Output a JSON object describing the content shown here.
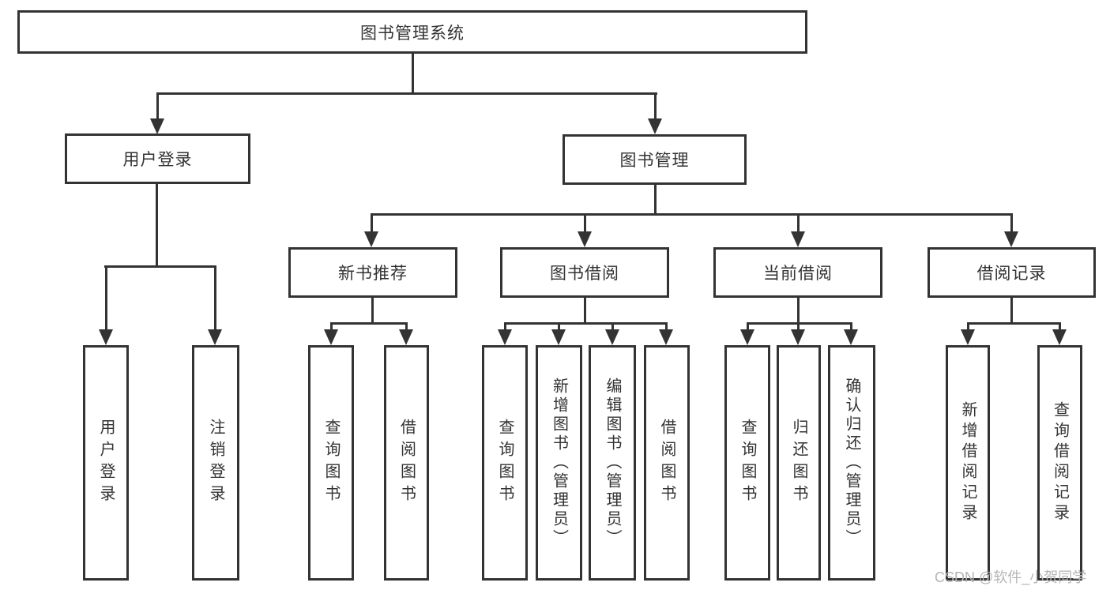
{
  "diagram": {
    "root": "图书管理系统",
    "branches": [
      {
        "label": "用户登录",
        "children": [
          "用户登录",
          "注销登录"
        ]
      },
      {
        "label": "图书管理",
        "sections": [
          {
            "label": "新书推荐",
            "children": [
              "查询图书",
              "借阅图书"
            ]
          },
          {
            "label": "图书借阅",
            "children": [
              "查询图书",
              "新增图书（管理员）",
              "编辑图书（管理员）",
              "借阅图书"
            ]
          },
          {
            "label": "当前借阅",
            "children": [
              "查询图书",
              "归还图书",
              "确认归还（管理员）"
            ]
          },
          {
            "label": "借阅记录",
            "children": [
              "新增借阅记录",
              "查询借阅记录"
            ]
          }
        ]
      }
    ]
  },
  "watermark": "CSDN @软件_小贺同学",
  "colors": {
    "line": "#333333",
    "box_border": "#333333",
    "text": "#333333",
    "watermark": "#b5b5b5",
    "background": "#ffffff"
  }
}
